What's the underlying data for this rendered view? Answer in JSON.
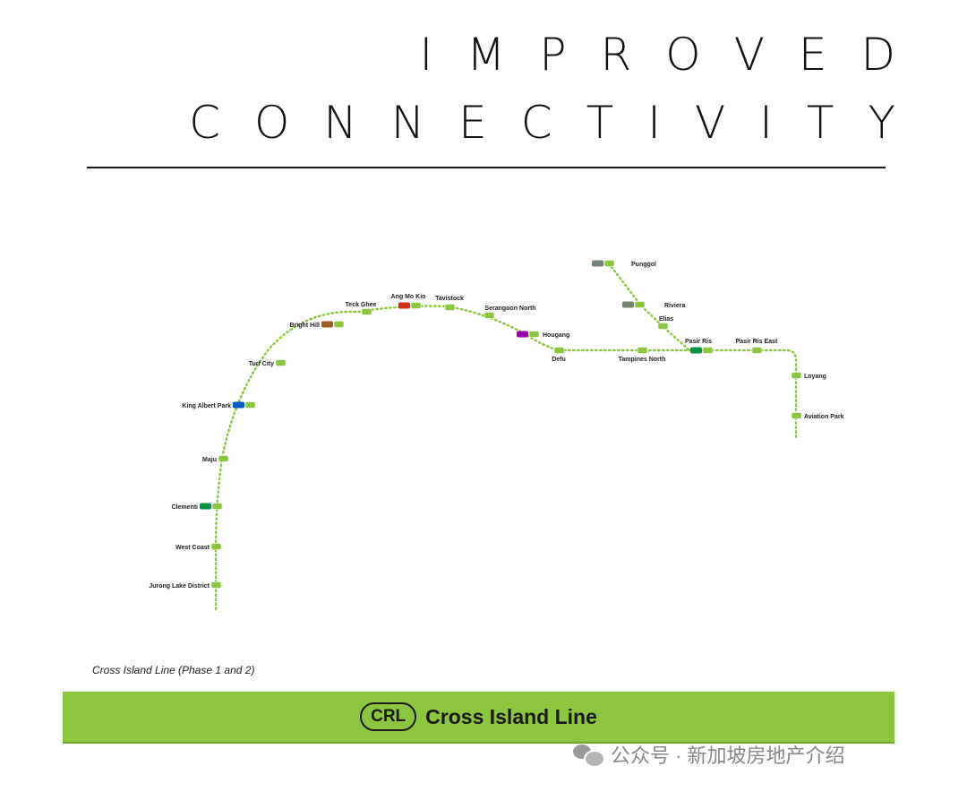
{
  "header": {
    "title_line1": "IMPROVED",
    "title_line2": "CONNECTIVITY"
  },
  "caption": "Cross Island Line (Phase 1 and 2)",
  "banner": {
    "badge": "CRL",
    "name": "Cross Island Line",
    "color": "#8cc63f"
  },
  "watermark": "公众号 · 新加坡房地产介绍",
  "line_color": "#8cc63f",
  "stations": [
    {
      "name": "Jurong Lake District",
      "interchange": null
    },
    {
      "name": "West Coast",
      "interchange": null
    },
    {
      "name": "Clementi",
      "interchange": "#009645"
    },
    {
      "name": "Maju",
      "interchange": null
    },
    {
      "name": "King Albert Park",
      "interchange": "#005ec4"
    },
    {
      "name": "Turf City",
      "interchange": null
    },
    {
      "name": "Bright Hill",
      "interchange": "#9d5b25"
    },
    {
      "name": "Teck Ghee",
      "interchange": null
    },
    {
      "name": "Ang Mo Kio",
      "interchange": "#d42e12"
    },
    {
      "name": "Tavistock",
      "interchange": null
    },
    {
      "name": "Serangoon North",
      "interchange": null
    },
    {
      "name": "Hougang",
      "interchange": "#9900aa"
    },
    {
      "name": "Defu",
      "interchange": null
    },
    {
      "name": "Tampines North",
      "interchange": null
    },
    {
      "name": "Pasir Ris",
      "interchange": "#009645"
    },
    {
      "name": "Pasir Ris East",
      "interchange": null
    },
    {
      "name": "Loyang",
      "interchange": null
    },
    {
      "name": "Aviation Park",
      "interchange": null
    },
    {
      "name": "Elias",
      "interchange": null
    },
    {
      "name": "Riviera",
      "interchange": "#748477"
    },
    {
      "name": "Punggol",
      "interchange": "#748477"
    }
  ]
}
